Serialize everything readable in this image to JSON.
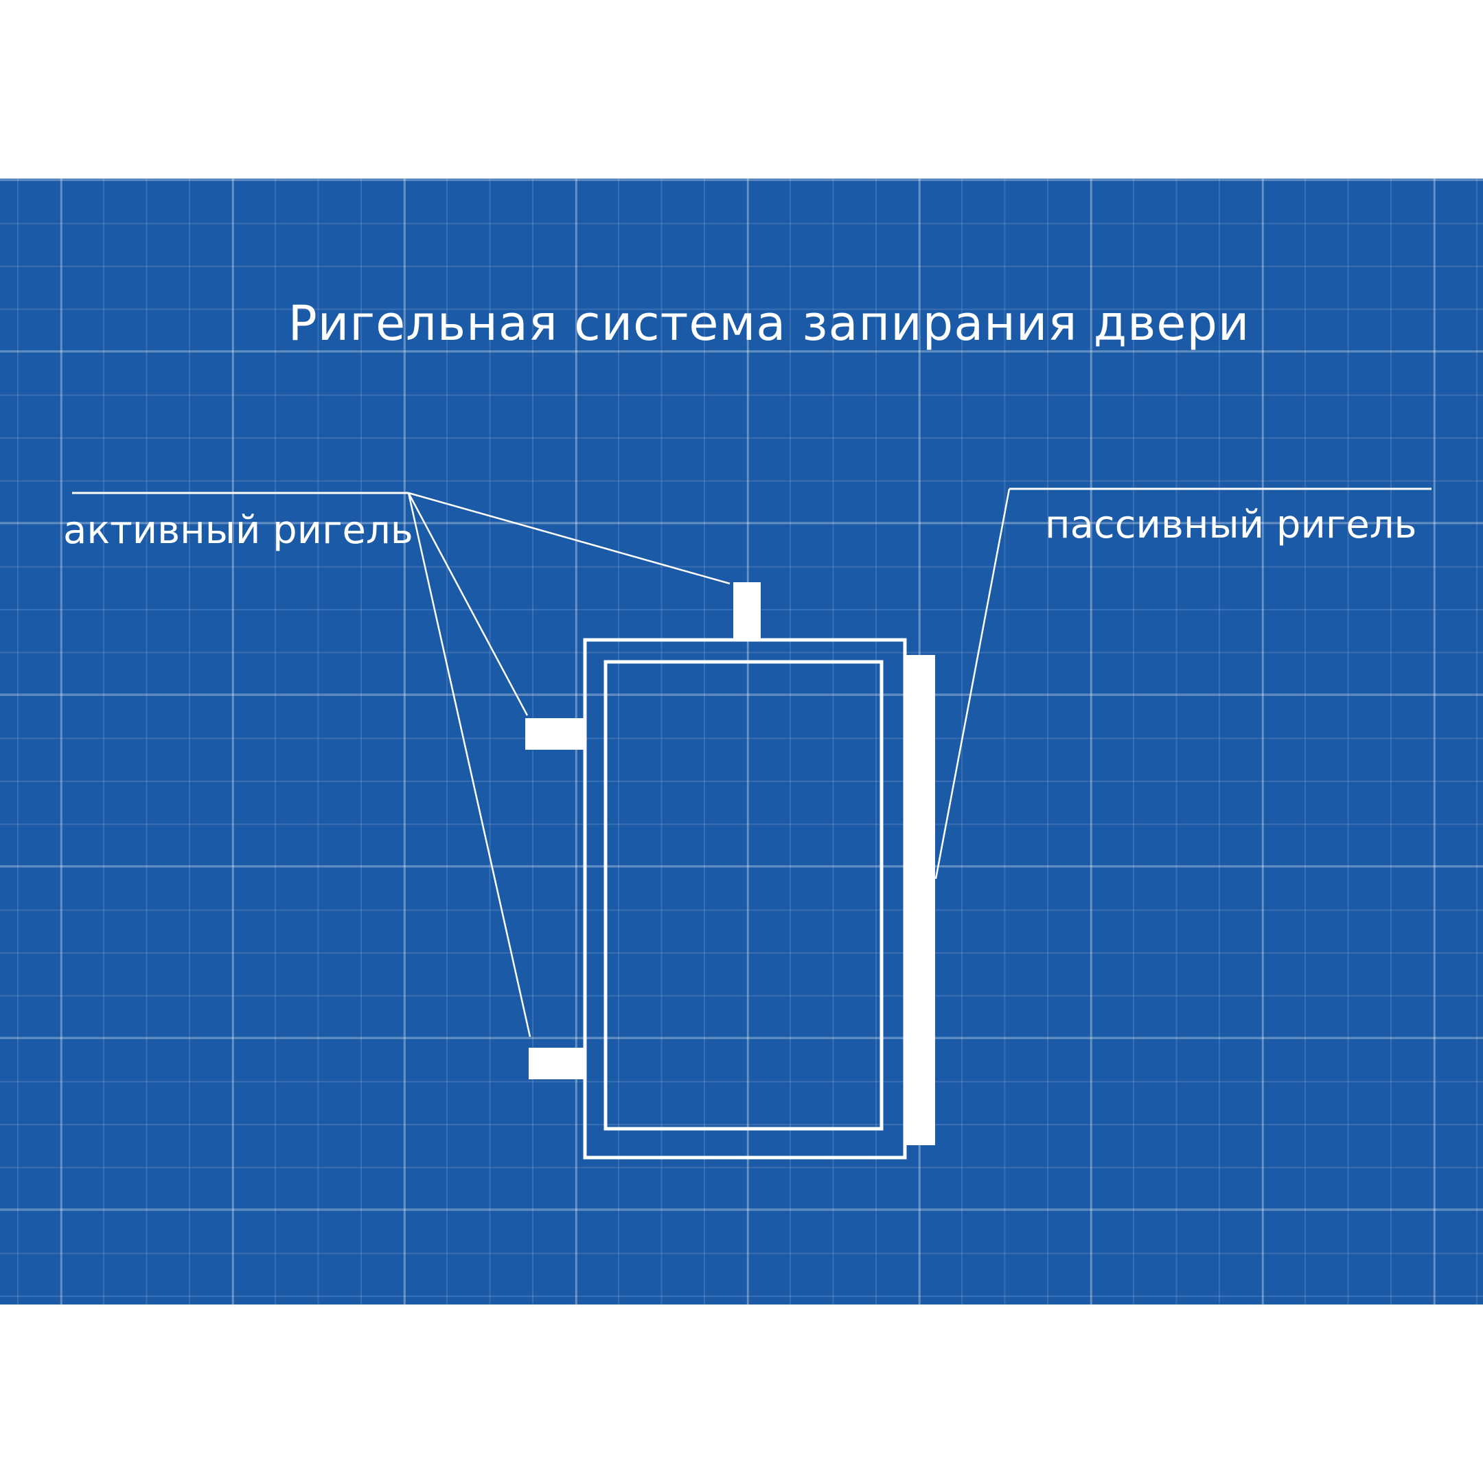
{
  "diagram": {
    "title": "Ригельная система запирания двери",
    "labels": {
      "active_bolt": "активный ригель",
      "passive_bolt": "пассивный ригель"
    },
    "colors": {
      "background": "#1b5aa6",
      "lines": "#ffffff"
    }
  }
}
